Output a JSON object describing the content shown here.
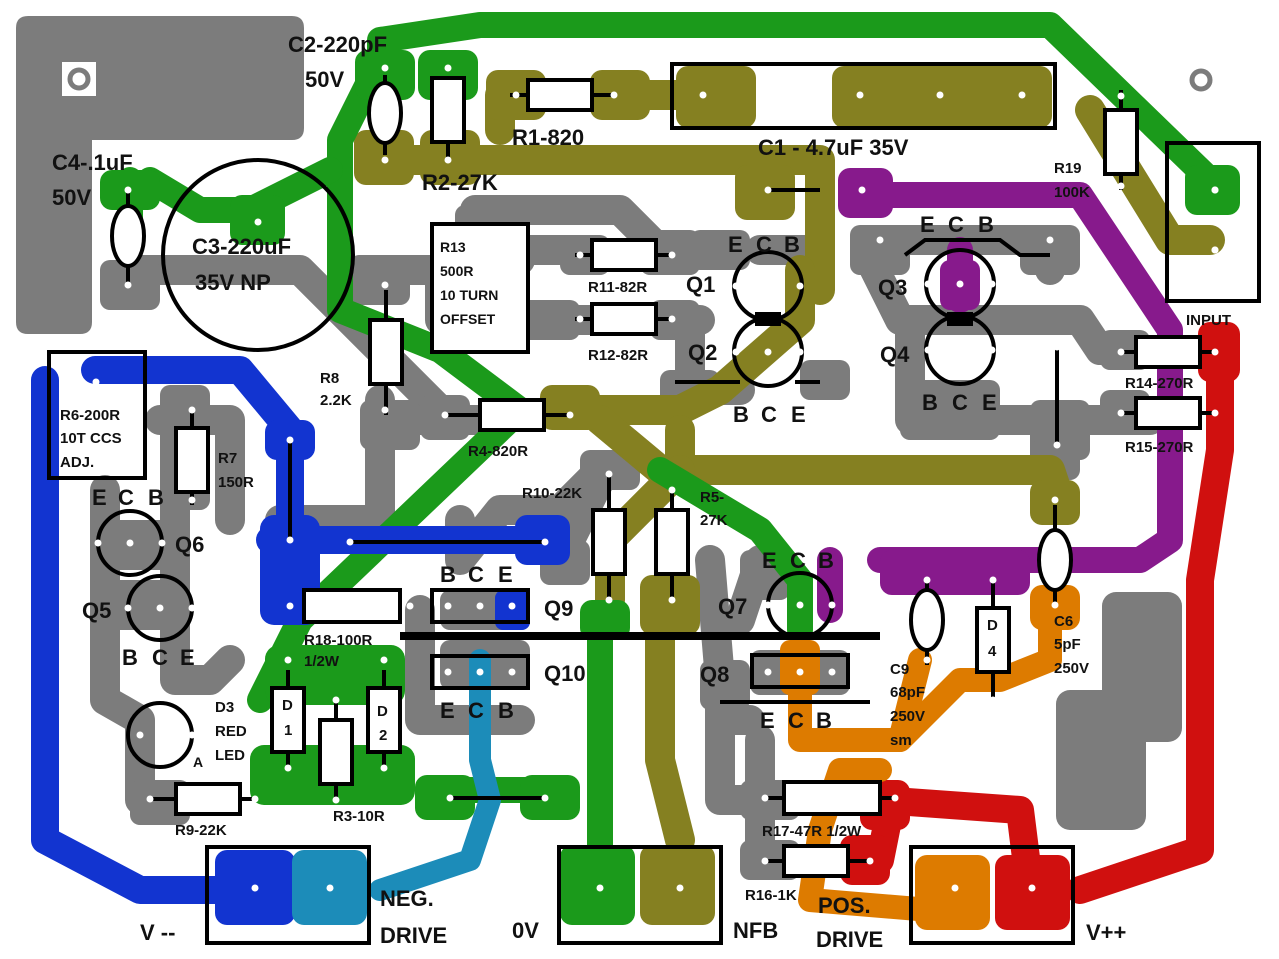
{
  "colors": {
    "gray": "#7c7c7c",
    "olive": "#858021",
    "green": "#1b9a1b",
    "purple": "#871a8c",
    "blue": "#1234d0",
    "lightblue": "#1c8cb9",
    "red": "#d0100f",
    "orange": "#dd7b00"
  },
  "components": {
    "c2": [
      "C2-220pF",
      "50V"
    ],
    "r1": "R1-820",
    "r2": "R2-27K",
    "c1": "C1 - 4.7uF  35V",
    "c4": [
      "C4-.1uF",
      "50V"
    ],
    "c3": [
      "C3-220uF",
      "35V NP"
    ],
    "r13": [
      "R13",
      "500R",
      "10 TURN",
      "OFFSET"
    ],
    "r11": "R11-82R",
    "r12": "R12-82R",
    "r19": [
      "R19",
      "100K"
    ],
    "r8": [
      "R8",
      "2.2K"
    ],
    "r4": "R4-820R",
    "r6": [
      "R6-200R",
      "10T CCS",
      "ADJ."
    ],
    "r7": [
      "R7",
      "150R"
    ],
    "r10": "R10-22K",
    "r5": [
      "R5-",
      "27K"
    ],
    "r14": "R14-270R",
    "r15": "R15-270R",
    "r18": [
      "R18-100R",
      "1/2W"
    ],
    "d1": [
      "D",
      "1"
    ],
    "d2": [
      "D",
      "2"
    ],
    "r3": "R3-10R",
    "d3": [
      "D3",
      "RED",
      "LED"
    ],
    "d3_anode": "A",
    "r9": "R9-22K",
    "c9": [
      "C9",
      "68pF",
      "250V",
      "sm"
    ],
    "d4": [
      "D",
      "4"
    ],
    "c6": [
      "C6",
      "5pF",
      "250V"
    ],
    "r17": "R17-47R  1/2W",
    "r16": "R16-1K"
  },
  "transistors": {
    "q1": "Q1",
    "q2": "Q2",
    "q3": "Q3",
    "q4": "Q4",
    "q5": "Q5",
    "q6": "Q6",
    "q7": "Q7",
    "q8": "Q8",
    "q9": "Q9",
    "q10": "Q10",
    "pins": {
      "e": "E",
      "c": "C",
      "b": "B"
    }
  },
  "connectors": {
    "input": "INPUT",
    "vminus": "V --",
    "neg_drive": [
      "NEG.",
      "DRIVE"
    ],
    "zero_v": "0V",
    "nfb": "NFB",
    "pos_drive": [
      "POS.",
      "DRIVE"
    ],
    "vplus": "V++"
  }
}
